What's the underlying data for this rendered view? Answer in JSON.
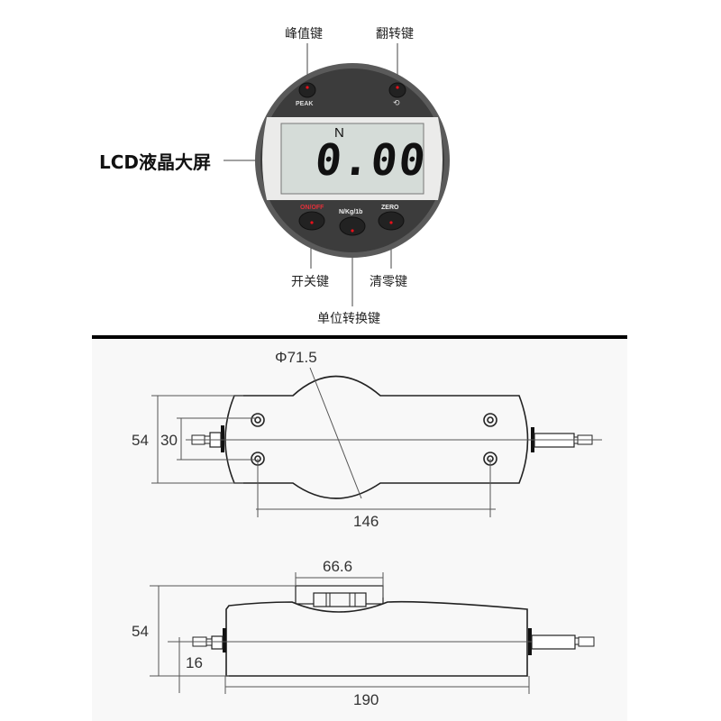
{
  "device": {
    "display": {
      "unit": "N",
      "reading": "0.00"
    },
    "top_buttons": [
      {
        "id": "peak",
        "engraving": "PEAK",
        "callout": "峰值键"
      },
      {
        "id": "flip",
        "engraving": "⟲",
        "callout": "翻转键"
      }
    ],
    "bottom_buttons": [
      {
        "id": "on-off",
        "engraving": "ON/OFF",
        "callout": "开关键"
      },
      {
        "id": "unit",
        "engraving": "N/Kg/1b",
        "callout": "单位转换键"
      },
      {
        "id": "zero",
        "engraving": "ZERO",
        "callout": "清零键"
      }
    ],
    "lcd_callout": "LCD液晶大屏",
    "colors": {
      "bezel": "#4a4a4a",
      "face": "#3a3a3a",
      "lcd": "#d6dcd8",
      "indicator_dot": "#e8101a",
      "onoff_text": "#e0303a"
    }
  },
  "drawing": {
    "top_view": {
      "diameter_label": "Φ71.5",
      "height_label": "54",
      "hole_spacing_label": "30",
      "hole_distance_label": "146"
    },
    "side_view": {
      "display_width_label": "66.6",
      "height_label": "54",
      "axis_height_label": "16",
      "length_label": "190"
    }
  }
}
